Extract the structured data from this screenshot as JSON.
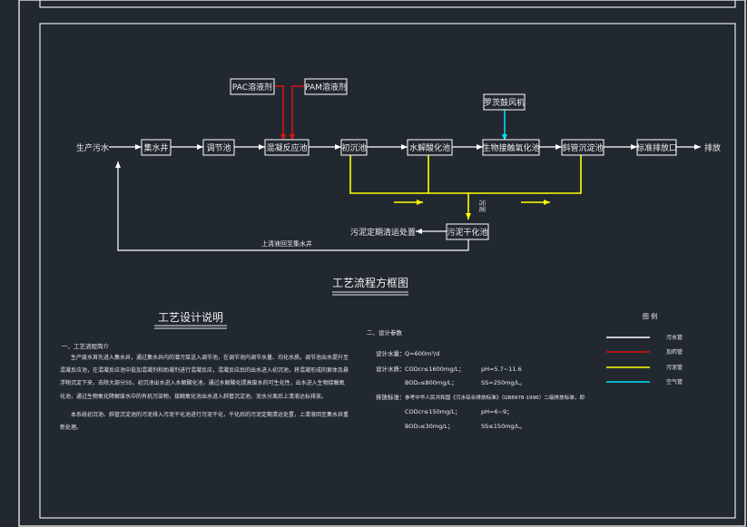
{
  "diagram": {
    "title": "工艺流程方框图",
    "source_label": "生产污水",
    "discharge_label": "排放",
    "nodes": {
      "collect": "集水井",
      "adjust": "调节池",
      "coag": "混凝反应池",
      "primary": "初沉池",
      "hydrolysis": "水解酸化池",
      "bio": "生物接触氧化池",
      "inclined": "斜管沉淀池",
      "outlet": "标准排放口",
      "pac": "PAC溶液剂",
      "pam": "PAM溶液剂",
      "blower": "罗茨鼓风机",
      "sludge_dry": "污泥干化池",
      "sludge_out": "污泥定期清运处置"
    },
    "return_label": "上清液回至集水井",
    "sludge_vertical": "污泥"
  },
  "legend": {
    "title": "图  例",
    "items": [
      {
        "label": "污水管",
        "color": "#ffffff"
      },
      {
        "label": "加药管",
        "color": "#e01010"
      },
      {
        "label": "污泥管",
        "color": "#ffff00"
      },
      {
        "label": "空气管",
        "color": "#00e5ff"
      }
    ]
  },
  "description": {
    "title": "工艺设计说明",
    "section1_title": "一、工艺流程简介",
    "paragraphs": [
      "生产废水首先进入集水井，通过集水井内的潜污泵送入调节池，在调节池内调节水量、均化水质。调节池出水提升至混凝反应池，在混凝反应池中投加混凝剂和助凝剂进行混凝反应，混凝反应后的出水进入初沉池，将混凝形成的絮体及悬浮物沉淀下来，去除大部分SS，初沉池出水进入水解酸化池，通过水解酸化提高废水的可生化性，出水进入生物接触氧化池，通过生物氧化降解废水中的有机污染物，接触氧化池出水进入斜管沉淀池，泥水分离后上清液达标排放。",
      "本系统初沉池、斜管沉淀池的污泥排入污泥干化池进行污泥干化，干化后的污泥定期清运处置，上清液回至集水井重新处理。"
    ],
    "section2_title": "二、设计参数",
    "params": [
      {
        "key": "设计水量：",
        "a": "Q=600m³/d",
        "b": ""
      },
      {
        "key": "设计水质：",
        "a": "CODcr≤1600mg/L；",
        "b": "pH=5.7~11.6"
      },
      {
        "key": "",
        "a": "BOD₅≤800mg/L；",
        "b": "SS=250mg/L。"
      },
      {
        "key": "排放标准：",
        "a": "参考中华人民共和国《污水综合排放标准》（GB8978-1996）二级排放标准，即",
        "b": ""
      },
      {
        "key": "",
        "a": "CODcr≤150mg/L；",
        "b": "pH=6~9；"
      },
      {
        "key": "",
        "a": "BOD₅≤30mg/L；",
        "b": "SS≤150mg/L。"
      }
    ]
  }
}
